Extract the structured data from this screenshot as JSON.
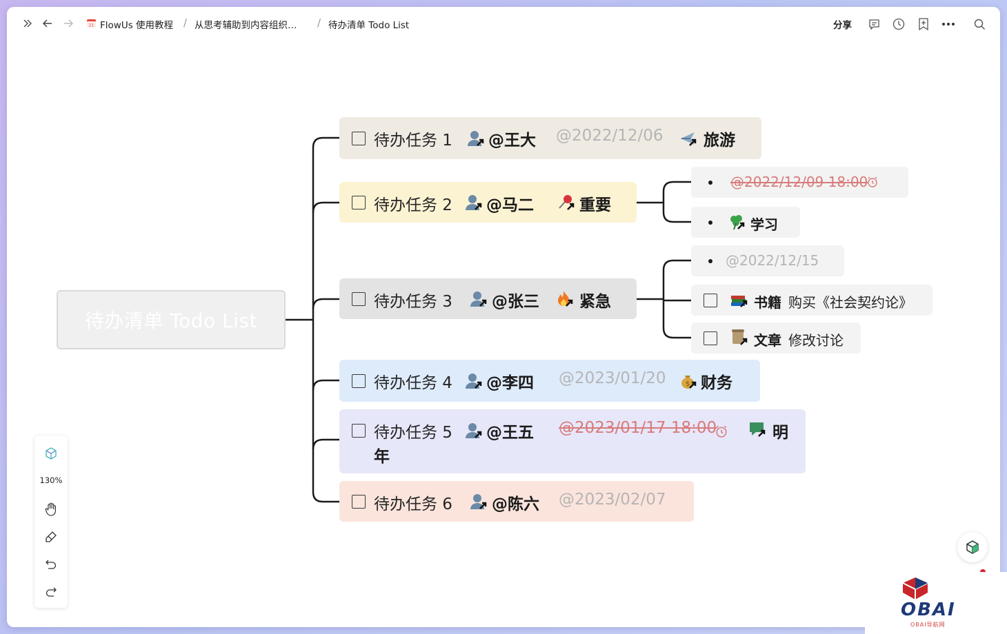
{
  "topbar": {
    "breadcrumb": [
      "FlowUs 使用教程",
      "从思考辅助到内容组织…",
      "待办清单 Todo List"
    ],
    "share_label": "分享",
    "icons": [
      "expand-sidebar-icon",
      "back-arrow-icon",
      "forward-arrow-icon",
      "calendar-icon",
      "comment-icon",
      "history-icon",
      "bookmark-icon",
      "more-icon",
      "search-icon"
    ]
  },
  "mindmap": {
    "root": "待办清单 Todo List",
    "tasks": [
      {
        "title": "待办任务 1",
        "person": "@王大",
        "date": "@2022/12/06",
        "tag": "旅游",
        "tag_icon": "airplane-icon",
        "color": "#efebe3"
      },
      {
        "title": "待办任务 2",
        "person": "@马二",
        "tag": "重要",
        "tag_icon": "pushpin-icon",
        "color": "#fcf3d3"
      },
      {
        "title": "待办任务 3",
        "person": "@张三",
        "tag": "紧急",
        "tag_icon": "fire-icon",
        "color": "#e3e3e3"
      },
      {
        "title": "待办任务 4",
        "person": "@李四",
        "date": "@2023/01/20",
        "tag": "财务",
        "tag_icon": "money-bag-icon",
        "color": "#deebfb"
      },
      {
        "title": "待办任务 5",
        "person": "@王五",
        "date": "@2023/01/17 18:00",
        "tag": "明",
        "title_wrap": "年",
        "tag_icon": "speech-bubble-icon",
        "color": "#e7e7fa"
      },
      {
        "title": "待办任务 6",
        "person": "@陈六",
        "date": "@2023/02/07",
        "color": "#fbe4dc"
      }
    ],
    "task2_children": [
      {
        "text": "@2022/12/09 18:00"
      },
      {
        "text": "学习",
        "icon": "shamrock-icon"
      }
    ],
    "task3_children": [
      {
        "text": "@2022/12/15"
      },
      {
        "tag": "书籍",
        "text": "购买《社会契约论》",
        "icon": "books-icon"
      },
      {
        "tag": "文章",
        "text": "修改讨论",
        "icon": "scroll-icon"
      }
    ]
  },
  "toolbar": {
    "zoom": "130%",
    "icons": [
      "cube-icon",
      "hand-icon",
      "brush-icon",
      "undo-icon",
      "redo-icon"
    ]
  },
  "watermark": {
    "text": "OBAI",
    "sub": "OBAI导航网"
  },
  "colors": {
    "accent": "#1e3a78",
    "strike_date": "#d87b7b",
    "muted_date": "#b5b5b5"
  }
}
